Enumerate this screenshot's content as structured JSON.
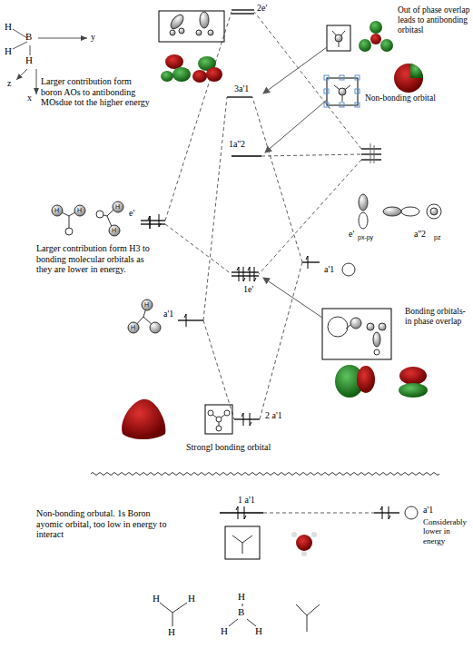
{
  "diagram": {
    "labels": [
      "H",
      "H",
      "B",
      "H",
      "y",
      "z",
      "x",
      "2e'",
      "Larger contribution form boron AOs to antibonding MOsdue tot the higher energy",
      "Out of phase overlap leads to antibonding orbitasl",
      "3a'1",
      "Non-bonding orbital",
      "1a''2",
      "e'",
      "Larger contribution form H3 to bonding molecular orbitals as they are lower in energy.",
      "e'",
      "px-py",
      "a''2",
      "pz",
      "a'1",
      "a'1",
      "1e'",
      "Bonding orbitals- in phase overlap",
      "2 a'1",
      "Strongl bonding orbital",
      "1 a'1",
      "Non-bonding orbutal. 1s Boron ayomic orbital, too low in energy to interact",
      "a'1",
      "Considerably lower in energy",
      "H",
      "H",
      "H",
      "H",
      "B",
      "H",
      "H",
      "H",
      "H",
      "H",
      "H",
      "H",
      "H"
    ]
  }
}
